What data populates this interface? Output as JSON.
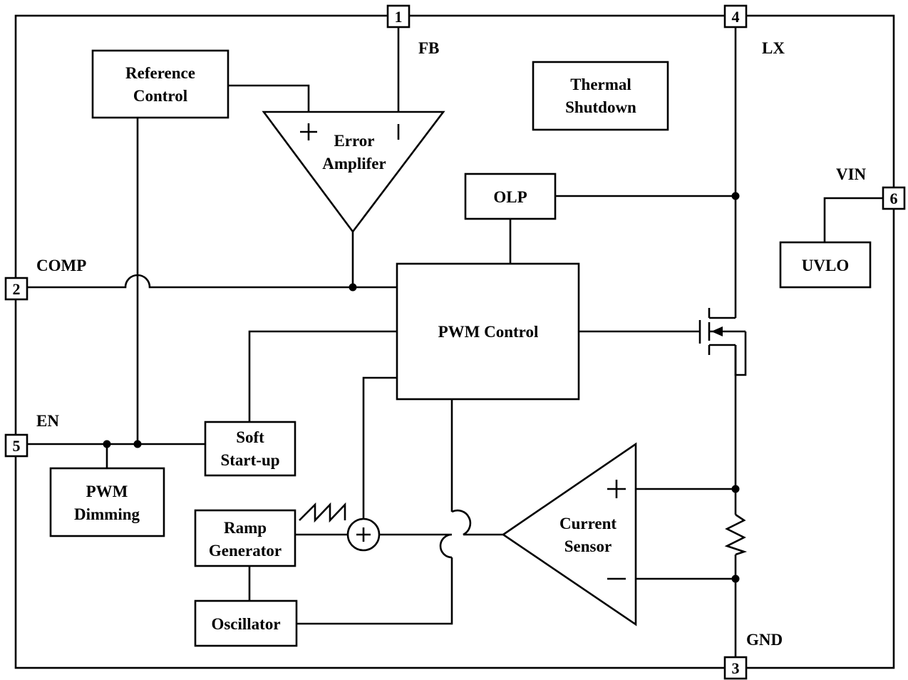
{
  "pins": {
    "p1": "1",
    "p2": "2",
    "p3": "3",
    "p4": "4",
    "p5": "5",
    "p6": "6"
  },
  "signals": {
    "fb": "FB",
    "lx": "LX",
    "vin": "VIN",
    "comp": "COMP",
    "en": "EN",
    "gnd": "GND"
  },
  "blocks": {
    "reference_control": [
      "Reference",
      "Control"
    ],
    "error_amplifier": [
      "Error",
      "Amplifer"
    ],
    "thermal_shutdown": [
      "Thermal",
      "Shutdown"
    ],
    "olp": "OLP",
    "uvlo": "UVLO",
    "pwm_control": "PWM Control",
    "soft_startup": [
      "Soft",
      "Start-up"
    ],
    "pwm_dimming": [
      "PWM",
      "Dimming"
    ],
    "ramp_generator": [
      "Ramp",
      "Generator"
    ],
    "oscillator": "Oscillator",
    "current_sensor": [
      "Current",
      "Sensor"
    ]
  }
}
